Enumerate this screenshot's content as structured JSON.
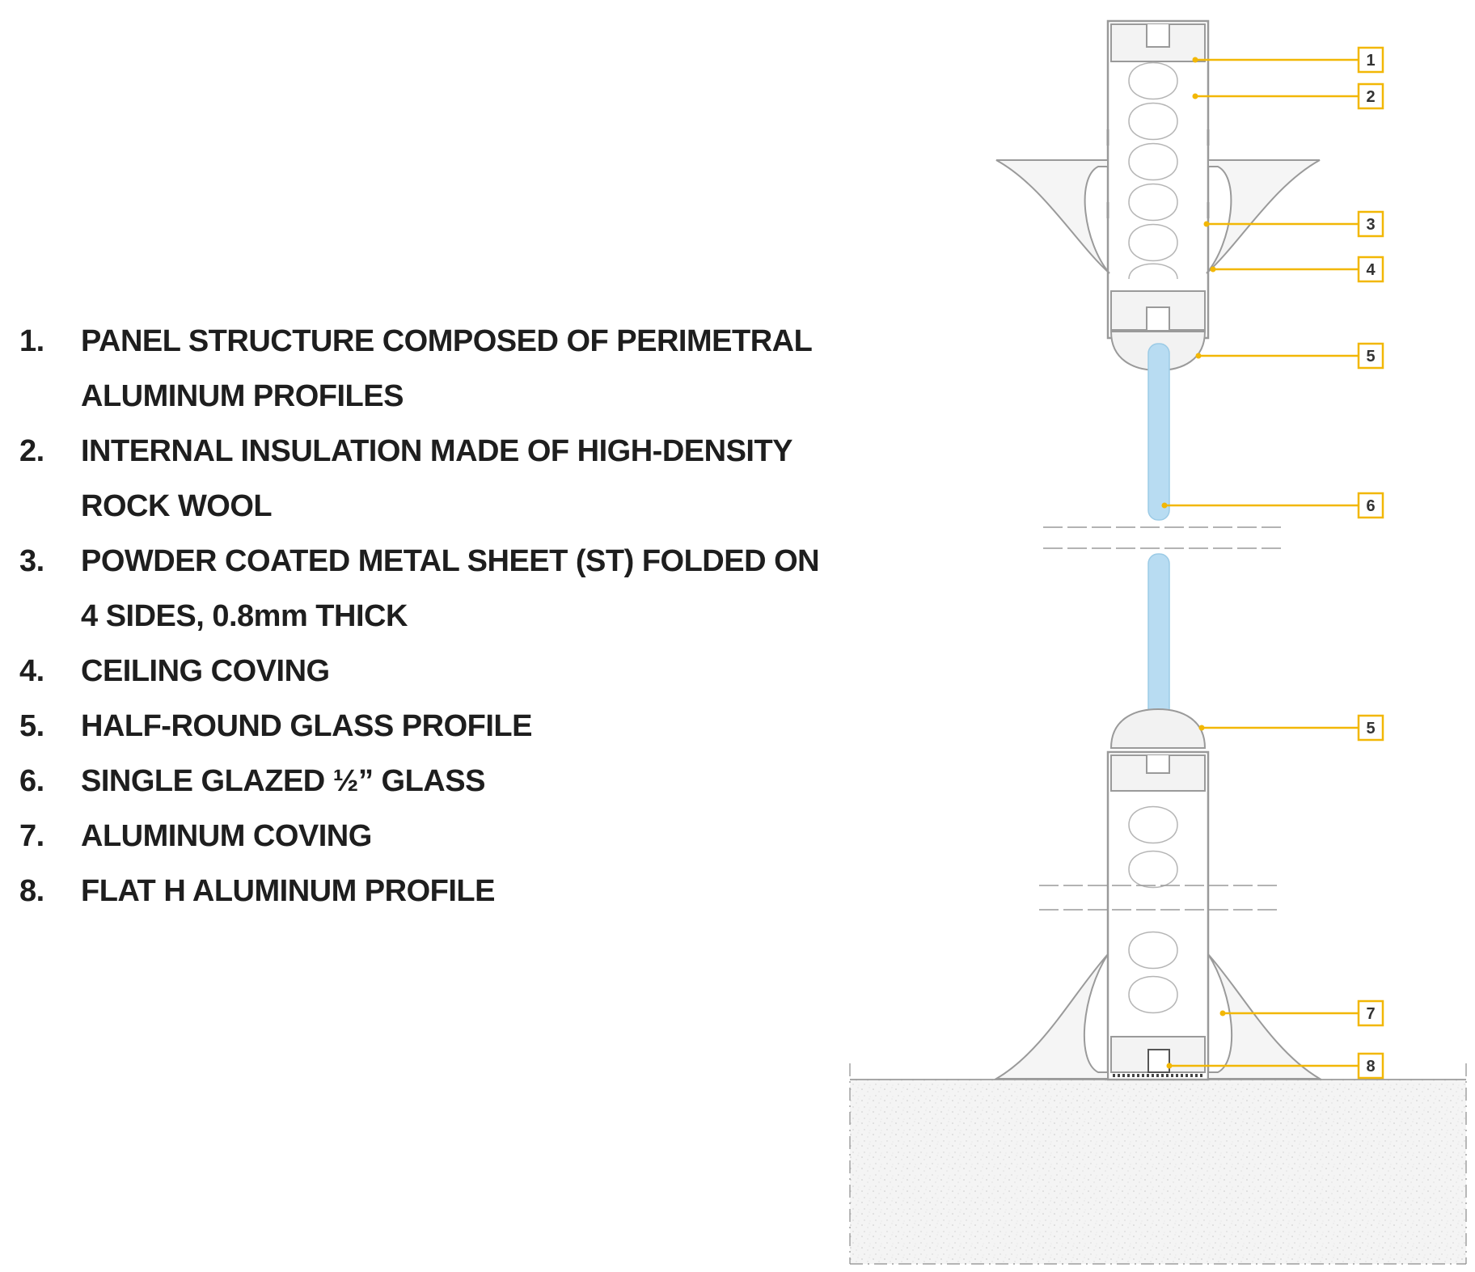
{
  "legend": [
    {
      "number": "1.",
      "text": "PANEL STRUCTURE COMPOSED OF PERIMETRAL ALUMINUM PROFILES"
    },
    {
      "number": "2.",
      "text": "INTERNAL INSULATION MADE OF HIGH-DENSITY ROCK WOOL"
    },
    {
      "number": "3.",
      "text": "POWDER COATED METAL SHEET (ST) FOLDED ON 4 SIDES, 0.8mm THICK"
    },
    {
      "number": "4.",
      "text": "CEILING COVING"
    },
    {
      "number": "5.",
      "text": "HALF-ROUND GLASS PROFILE"
    },
    {
      "number": "6.",
      "text": "SINGLE GLAZED ½” GLASS"
    },
    {
      "number": "7.",
      "text": "ALUMINUM COVING"
    },
    {
      "number": "8.",
      "text": "FLAT H ALUMINUM PROFILE"
    }
  ],
  "callouts": [
    "1",
    "2",
    "3",
    "4",
    "5",
    "6",
    "5",
    "7",
    "8"
  ],
  "colors": {
    "callout": "#f2b705",
    "glass": "#b8dcf2",
    "outline": "#9a9a9a",
    "text": "#1e1e1e",
    "concrete": "#f4f4f4"
  }
}
